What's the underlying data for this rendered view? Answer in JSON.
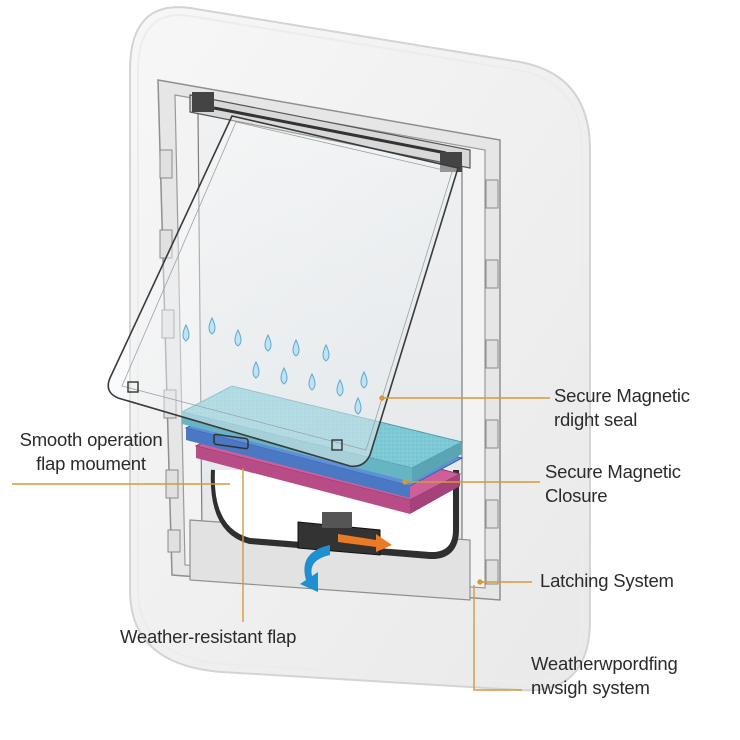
{
  "labels": {
    "magnetic_seal": {
      "line1": "Secure Magnetic",
      "line2": "rdight seal"
    },
    "magnetic_closure": {
      "line1": "Secure Magnetic",
      "line2": "Closure"
    },
    "latching": {
      "line1": "Latching System"
    },
    "weatherproofing": {
      "line1": "Weatherwpordfing",
      "line2": "nwsigh system"
    },
    "smooth_operation": {
      "line1": "Smooth operation",
      "line2": "flap moument"
    },
    "weather_flap": {
      "line1": "Weather-resistant flap"
    }
  },
  "colors": {
    "leader_line": "#d49a3a",
    "seal_blue": "#7ec9d6",
    "seal_pink": "#cf5f9a",
    "arrow_blue": "#1f8fd1",
    "arrow_orange": "#ea7a24",
    "frame": "#d9d9d9"
  },
  "icons": [
    "water-droplet-icon",
    "rotation-arrow-icon",
    "direction-arrow-icon"
  ]
}
